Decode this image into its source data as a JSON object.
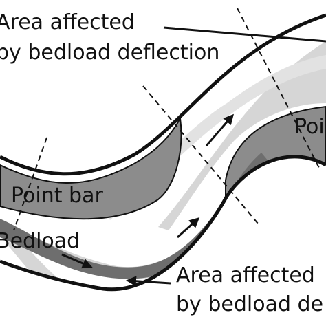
{
  "labels": {
    "area_top_line1": "Area affected",
    "area_top_line2": "by bedload deflection",
    "point_bar_left": "Point bar",
    "point_bar_right": "Poin",
    "bedload": "Bedload",
    "area_bottom_line1": "Area affected",
    "area_bottom_line2": "by bedload de"
  },
  "colors": {
    "channel_fill": "#ffffff",
    "point_bar": "#8c8c8c",
    "deflection_zone": "#d6d6d6",
    "bedload_band": "#6e6e6e",
    "bank_line": "#111111"
  }
}
